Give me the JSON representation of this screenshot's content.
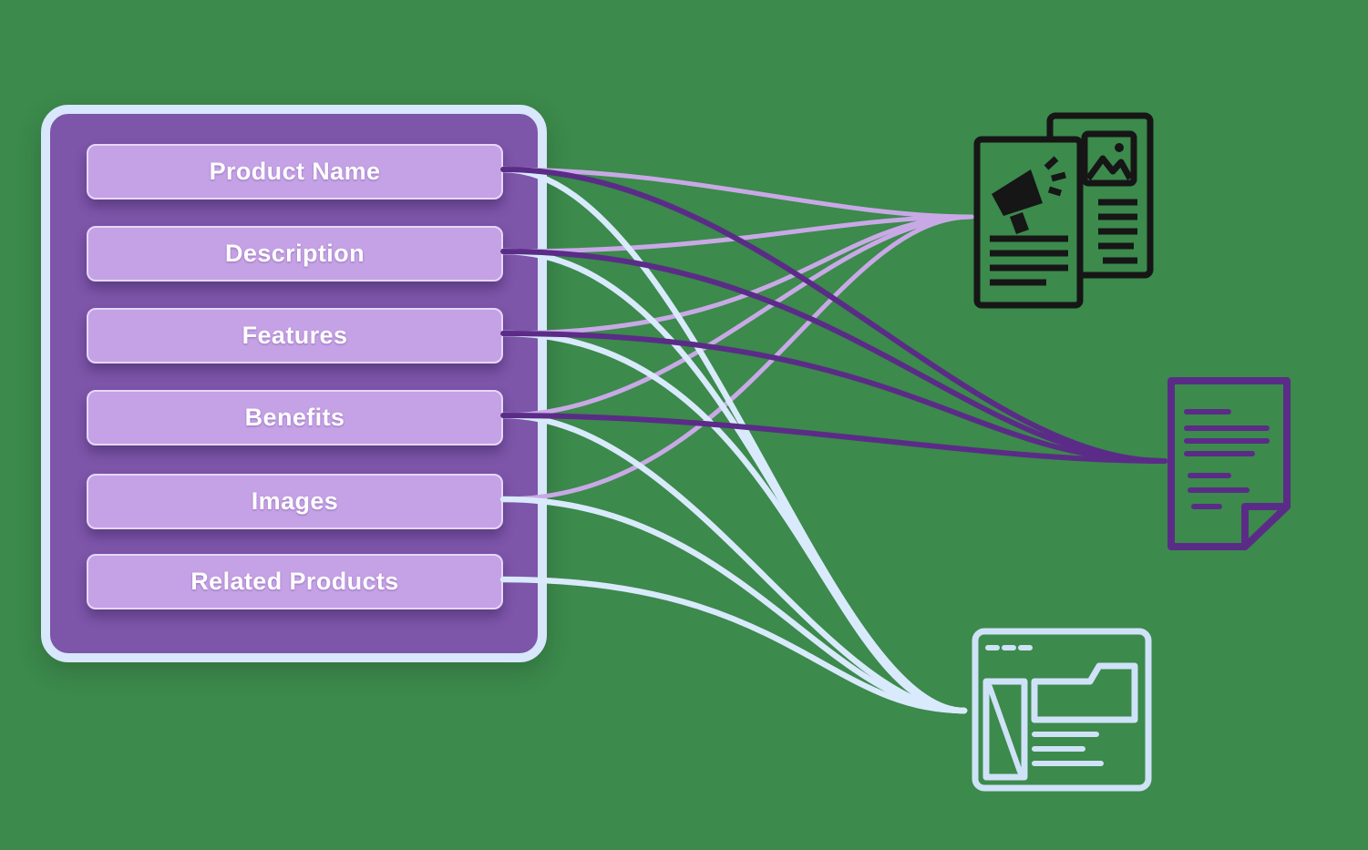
{
  "diagram": {
    "fields": [
      {
        "id": "product-name",
        "label": "Product Name"
      },
      {
        "id": "description",
        "label": "Description"
      },
      {
        "id": "features",
        "label": "Features"
      },
      {
        "id": "benefits",
        "label": "Benefits"
      },
      {
        "id": "images",
        "label": "Images"
      },
      {
        "id": "related-products",
        "label": "Related Products"
      }
    ],
    "outputs": [
      {
        "id": "flyer",
        "icon": "marketing-flyer-icon"
      },
      {
        "id": "document",
        "icon": "product-document-icon"
      },
      {
        "id": "webpage",
        "icon": "product-webpage-icon"
      }
    ],
    "connections": [
      {
        "from": "product-name",
        "to": "flyer"
      },
      {
        "from": "product-name",
        "to": "document"
      },
      {
        "from": "product-name",
        "to": "webpage"
      },
      {
        "from": "description",
        "to": "flyer"
      },
      {
        "from": "description",
        "to": "document"
      },
      {
        "from": "description",
        "to": "webpage"
      },
      {
        "from": "features",
        "to": "flyer"
      },
      {
        "from": "features",
        "to": "document"
      },
      {
        "from": "features",
        "to": "webpage"
      },
      {
        "from": "benefits",
        "to": "flyer"
      },
      {
        "from": "benefits",
        "to": "document"
      },
      {
        "from": "benefits",
        "to": "webpage"
      },
      {
        "from": "images",
        "to": "flyer"
      },
      {
        "from": "images",
        "to": "webpage"
      },
      {
        "from": "related-products",
        "to": "webpage"
      }
    ],
    "colors": {
      "bg": "#3c8a4c",
      "panel": "#7d55a9",
      "panel_glow": "#d8e7fb",
      "field_fill": "#c5a1e6",
      "field_border": "#e6d7f7",
      "field_text": "#ffffff",
      "line_flyer": "#c8a9e6",
      "line_document": "#5b2c87",
      "line_webpage": "#d9eafc",
      "icon_flyer": "#161616",
      "icon_document": "#5b2c87",
      "icon_webpage": "#cfe2f8"
    }
  }
}
